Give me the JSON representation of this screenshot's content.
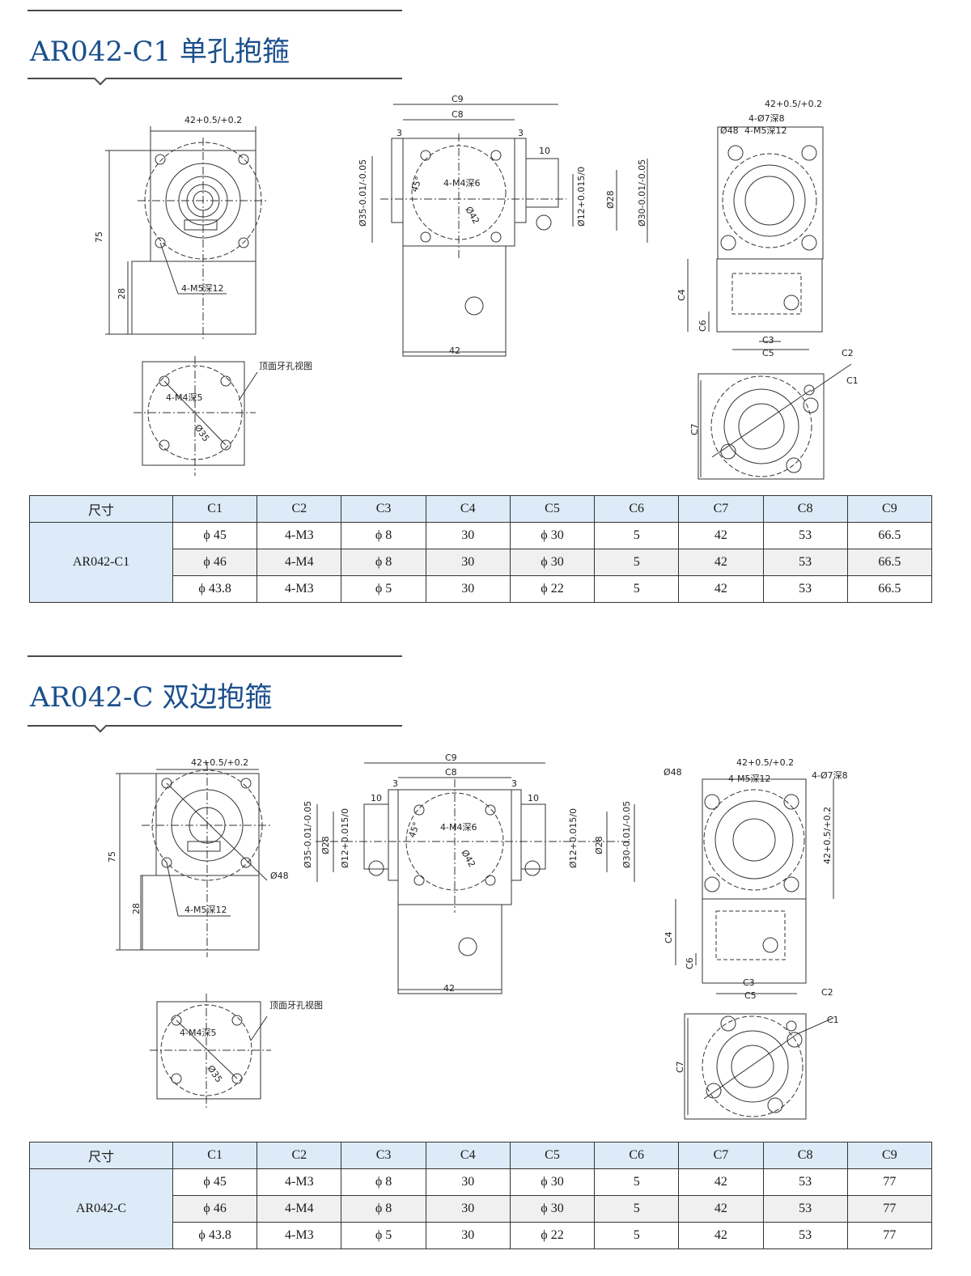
{
  "sections": [
    {
      "title": "AR042-C1 单孔抱箍",
      "drawing": {
        "front": {
          "width_dim": "42+0.5/+0.2",
          "height_dim": "75",
          "sub_dim": "28",
          "hole_note": "4-M5深12"
        },
        "top_view": {
          "caption": "顶面牙孔视图",
          "hole_note": "4-M4深5",
          "pcd": "Ø35"
        },
        "side": {
          "c9": "C9",
          "c8": "C8",
          "three_l": "3",
          "three_r": "3",
          "ten": "10",
          "angle": "45°",
          "hole_note": "4-M4深6",
          "pcd": "Ø42",
          "d35": "Ø35-0.01/-0.05",
          "d12": "Ø12+0.015/0",
          "d28": "Ø28",
          "d30": "Ø30-0.01/-0.05",
          "base": "42"
        },
        "right": {
          "width_dim": "42+0.5/+0.2",
          "hole_a": "4-Ø7深8",
          "hole_b": "4-M5深12",
          "d48": "Ø48",
          "c4": "C4",
          "c6": "C6",
          "c3": "C3",
          "c5": "C5",
          "c2": "C2",
          "c1": "C1",
          "c7": "C7"
        }
      },
      "table": {
        "headers": [
          "尺寸",
          "C1",
          "C2",
          "C3",
          "C4",
          "C5",
          "C6",
          "C7",
          "C8",
          "C9"
        ],
        "model": "AR042-C1",
        "rows": [
          [
            "ϕ 45",
            "4-M3",
            "ϕ 8",
            "30",
            "ϕ 30",
            "5",
            "42",
            "53",
            "66.5"
          ],
          [
            "ϕ 46",
            "4-M4",
            "ϕ 8",
            "30",
            "ϕ 30",
            "5",
            "42",
            "53",
            "66.5"
          ],
          [
            "ϕ 43.8",
            "4-M3",
            "ϕ 5",
            "30",
            "ϕ 22",
            "5",
            "42",
            "53",
            "66.5"
          ]
        ]
      }
    },
    {
      "title": "AR042-C 双边抱箍",
      "drawing": {
        "front": {
          "width_dim": "42+0.5/+0.2",
          "height_dim": "75",
          "sub_dim": "28",
          "hole_note": "4-M5深12",
          "d48": "Ø48"
        },
        "top_view": {
          "caption": "顶面牙孔视图",
          "hole_note": "4-M4深5",
          "pcd": "Ø35"
        },
        "side": {
          "c9": "C9",
          "c8": "C8",
          "three_l": "3",
          "three_r": "3",
          "ten_l": "10",
          "ten_r": "10",
          "angle": "45°",
          "hole_note": "4-M4深6",
          "pcd": "Ø42",
          "d35": "Ø35-0.01/-0.05",
          "d28_l": "Ø28",
          "d12_l": "Ø12+0.015/0",
          "d12_r": "Ø12+0.015/0",
          "d28_r": "Ø28",
          "d30": "Ø30-0.01/-0.05",
          "base": "42"
        },
        "right": {
          "width_dim": "42+0.5/+0.2",
          "hole_a": "4-Ø7深8",
          "hole_b": "4-M5深12",
          "d48": "Ø48",
          "side_dim": "42+0.5/+0.2",
          "c4": "C4",
          "c6": "C6",
          "c3": "C3",
          "c5": "C5",
          "c2": "C2",
          "c1": "C1",
          "c7": "C7"
        }
      },
      "table": {
        "headers": [
          "尺寸",
          "C1",
          "C2",
          "C3",
          "C4",
          "C5",
          "C6",
          "C7",
          "C8",
          "C9"
        ],
        "model": "AR042-C",
        "rows": [
          [
            "ϕ 45",
            "4-M3",
            "ϕ 8",
            "30",
            "ϕ 30",
            "5",
            "42",
            "53",
            "77"
          ],
          [
            "ϕ 46",
            "4-M4",
            "ϕ 8",
            "30",
            "ϕ 30",
            "5",
            "42",
            "53",
            "77"
          ],
          [
            "ϕ 43.8",
            "4-M3",
            "ϕ 5",
            "30",
            "ϕ 22",
            "5",
            "42",
            "53",
            "77"
          ]
        ]
      }
    }
  ]
}
